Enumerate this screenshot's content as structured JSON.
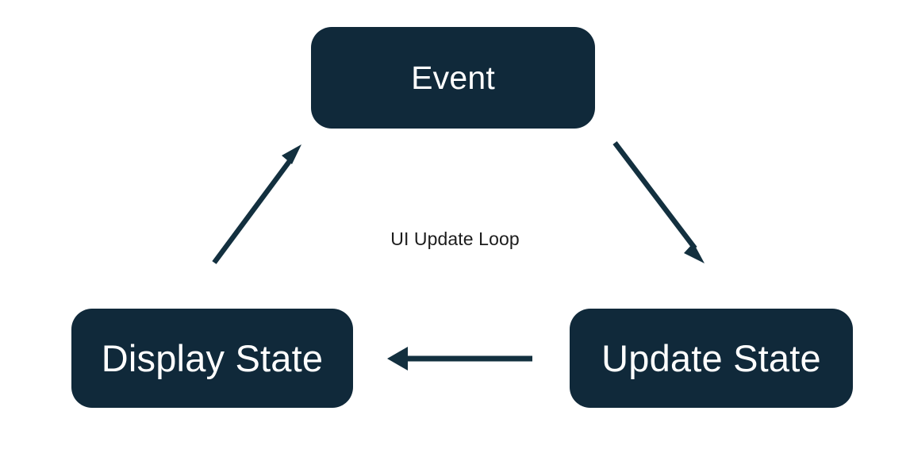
{
  "diagram": {
    "title": "UI Update Loop",
    "center_label": "UI Update Loop",
    "background_color": "#ffffff",
    "node_fill_color": "#10293a",
    "node_text_color": "#ffffff",
    "arrow_color": "#13303f",
    "center_label_color": "#1c1c1c",
    "nodes": [
      {
        "id": "event",
        "label": "Event"
      },
      {
        "id": "display_state",
        "label": "Display State"
      },
      {
        "id": "update_state",
        "label": "Update State"
      }
    ],
    "arrows": [
      {
        "id": "event-to-update",
        "from": "event",
        "to": "update_state",
        "label": ""
      },
      {
        "id": "update-to-display",
        "from": "update_state",
        "to": "display_state",
        "label": ""
      },
      {
        "id": "display-to-event",
        "from": "display_state",
        "to": "event",
        "label": ""
      }
    ]
  }
}
